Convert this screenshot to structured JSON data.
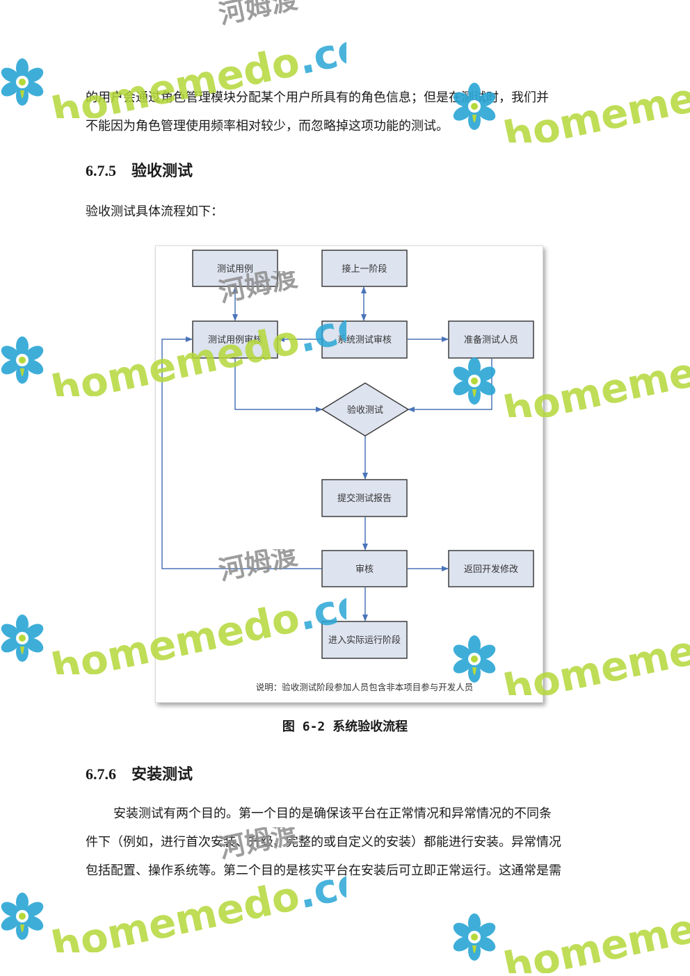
{
  "paragraphs": {
    "p1_line1": "的用户会通过角色管理模块分配某个用户所具有的角色信息；但是在测试时，我们并",
    "p1_line2": "不能因为角色管理使用频率相对较少，而忽略掉这项功能的测试。",
    "p2": "验收测试具体流程如下：",
    "p3_line1": "安装测试有两个目的。第一个目的是确保该平台在正常情况和异常情况的不同条",
    "p3_line2": "件下（例如，进行首次安装、升级、完整的或自定义的安装）都能进行安装。异常情况",
    "p3_line3": "包括配置、操作系统等。第二个目的是核实平台在安装后可立即正常运行。这通常是需"
  },
  "headings": {
    "h675_num": "6.7.5",
    "h675_title": "验收测试",
    "h676_num": "6.7.6",
    "h676_title": "安装测试"
  },
  "flowchart": {
    "nodes": {
      "test_cases": "测试用例",
      "prev_stage": "接上一阶段",
      "test_case_review": "测试用例审核",
      "system_test_review": "系统测试审核",
      "prepare_testers": "准备测试人员",
      "acceptance_test": "验收测试",
      "submit_report": "提交测试报告",
      "review": "审核",
      "return_dev": "返回开发修改",
      "enter_operation": "进入实际运行阶段"
    },
    "note": "说明：验收测试阶段参加人员包含非本项目参与开发人员",
    "colors": {
      "box_fill": "#dde3ef",
      "box_stroke": "#3c3c3c",
      "arrow": "#4a74b8"
    }
  },
  "figure_caption": "图 6-2 系统验收流程",
  "watermark": {
    "text_en_1": "home",
    "text_en_2": "do",
    "text_dot": ".com",
    "text_cn": "河姆渡",
    "colors": {
      "green": "#b5d83a",
      "blue": "#2aa6d5",
      "gray": "#8c8c8c"
    },
    "icon": "flower-logo-icon"
  }
}
